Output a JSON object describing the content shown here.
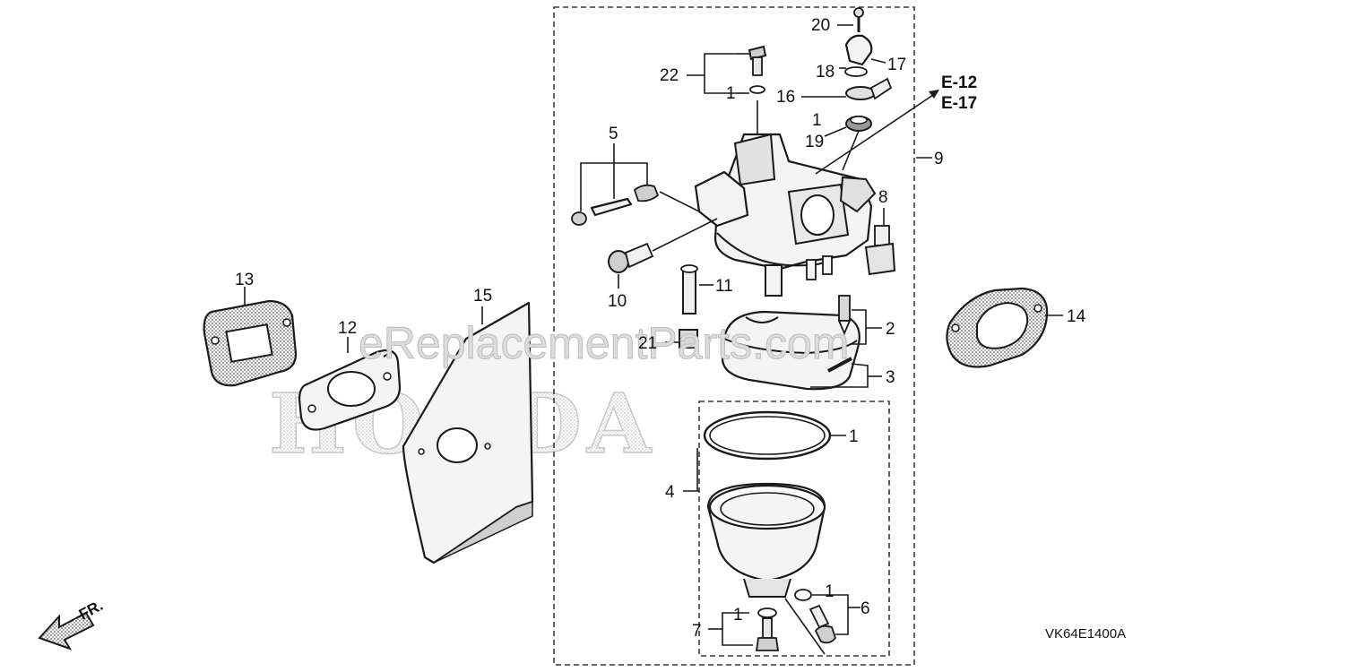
{
  "diagram": {
    "drawing_code": "VK64E1400A",
    "front_indicator": "FR.",
    "references": [
      "E-12",
      "E-17"
    ],
    "watermark": "eReplacementParts.com",
    "brand_logo_text": "HONDA",
    "callouts": {
      "c1a": "1",
      "c1b": "1",
      "c1c": "1",
      "c1d": "1",
      "c1e": "1",
      "c2": "2",
      "c3": "3",
      "c4": "4",
      "c5": "5",
      "c6": "6",
      "c7": "7",
      "c8": "8",
      "c9": "9",
      "c10": "10",
      "c11": "11",
      "c12": "12",
      "c13": "13",
      "c14": "14",
      "c15": "15",
      "c16": "16",
      "c17": "17",
      "c18": "18",
      "c19": "19",
      "c20": "20",
      "c21": "21",
      "c22": "22"
    }
  },
  "colors": {
    "ink": "#1a1a1a",
    "paper": "#ffffff",
    "watermark": "#dcdcdc"
  },
  "icons": {
    "front": "arrow-left-icon"
  }
}
